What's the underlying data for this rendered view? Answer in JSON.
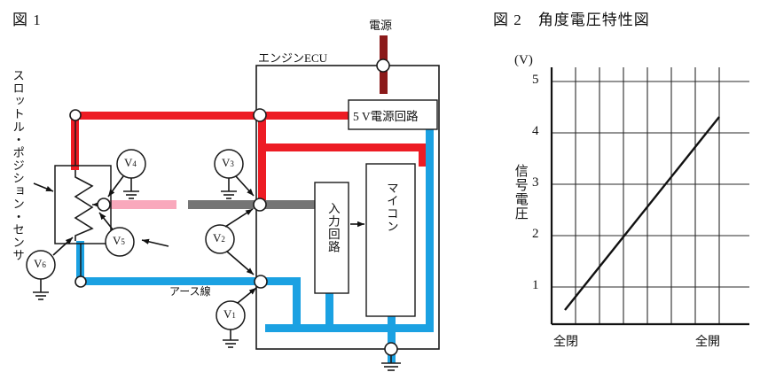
{
  "figure1": {
    "title": "図 1",
    "sensor_label": "スロットル・ポジション・センサ",
    "ecu_label": "エンジンECU",
    "power_label": "電源",
    "ground_wire_label": "アース線",
    "blocks": {
      "psu": "5 V電源回路",
      "input_circuit": "入力回路",
      "microcomputer": "マイコン"
    },
    "voltmeters": [
      {
        "name": "V",
        "sub": "1"
      },
      {
        "name": "V",
        "sub": "2"
      },
      {
        "name": "V",
        "sub": "3"
      },
      {
        "name": "V",
        "sub": "4"
      },
      {
        "name": "V",
        "sub": "5"
      },
      {
        "name": "V",
        "sub": "6"
      }
    ],
    "wire_colors": {
      "power_5v": "#ed1c24",
      "ground": "#1ba1e2",
      "signal_pink": "#f9a8bc",
      "signal_gray": "#757575",
      "battery": "#8b1a1a",
      "outline": "#1a1a1a"
    }
  },
  "figure2": {
    "title": "図 2　角度電圧特性図",
    "unit": "(V)",
    "y_axis_title": "信号電圧",
    "x_label_left": "全閉",
    "x_label_right": "全開"
  },
  "chart_data": {
    "type": "line",
    "title": "図 2　角度電圧特性図",
    "xlabel": "",
    "ylabel": "信号電圧",
    "yunit": "(V)",
    "ylim": [
      0,
      5.3
    ],
    "yticks": [
      1,
      2,
      3,
      4,
      5
    ],
    "ytick_labels": [
      "1",
      "2",
      "3",
      "4",
      "5"
    ],
    "xlim": [
      0,
      8
    ],
    "xticks": [
      0,
      1,
      2,
      3,
      4,
      5,
      6,
      7,
      8
    ],
    "xtick_labels": [
      "全閉",
      "",
      "",
      "",
      "",
      "",
      "",
      "全開",
      ""
    ],
    "grid": true,
    "legend": "none",
    "series": [
      {
        "name": "信号電圧",
        "x": [
          0.55,
          7.0
        ],
        "y": [
          0.45,
          4.3
        ],
        "points": [
          {
            "x": 0.55,
            "y": 0.45
          },
          {
            "x": 1.4,
            "y": 1.0
          },
          {
            "x": 3.0,
            "y": 2.0
          },
          {
            "x": 4.6,
            "y": 3.0
          },
          {
            "x": 6.2,
            "y": 4.0
          },
          {
            "x": 7.0,
            "y": 4.3
          }
        ]
      }
    ]
  }
}
